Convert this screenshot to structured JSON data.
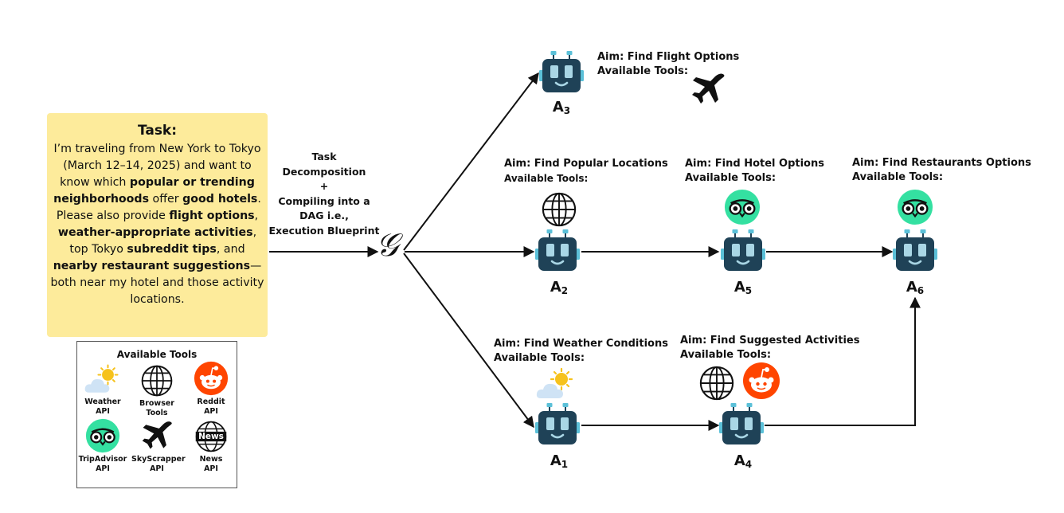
{
  "task": {
    "title": "Task:",
    "segments": [
      {
        "text": "I’m traveling from New York to Tokyo (March 12–14, 2025) and want to know which ",
        "bold": false
      },
      {
        "text": "popular or trending neighborhoods",
        "bold": true
      },
      {
        "text": " offer ",
        "bold": false
      },
      {
        "text": "good hotels",
        "bold": true
      },
      {
        "text": ". Please also provide ",
        "bold": false
      },
      {
        "text": "flight options",
        "bold": true
      },
      {
        "text": ", ",
        "bold": false
      },
      {
        "text": "weather-appropriate activities",
        "bold": true
      },
      {
        "text": ", top Tokyo ",
        "bold": false
      },
      {
        "text": "subreddit tips",
        "bold": true
      },
      {
        "text": ", and ",
        "bold": false
      },
      {
        "text": "nearby restaurant suggestions",
        "bold": true
      },
      {
        "text": "—both near my hotel and those activity locations.",
        "bold": false
      }
    ]
  },
  "tools_legend": {
    "title": "Available Tools",
    "items": [
      {
        "label1": "Weather",
        "label2": "API",
        "icon": "weather-icon"
      },
      {
        "label1": "Browser",
        "label2": "Tools",
        "icon": "globe-icon"
      },
      {
        "label1": "Reddit",
        "label2": "API",
        "icon": "reddit-icon"
      },
      {
        "label1": "TripAdvisor",
        "label2": "API",
        "icon": "tripadvisor-icon"
      },
      {
        "label1": "SkyScrapper",
        "label2": "API",
        "icon": "airplane-icon"
      },
      {
        "label1": "News",
        "label2": "API",
        "icon": "news-icon"
      }
    ],
    "news_badge": "News"
  },
  "decomposition": {
    "line1": "Task",
    "line2": "Decomposition",
    "line3": "+",
    "line4": "Compiling into a",
    "line5": "DAG i.e.,",
    "line6": "Execution Blueprint"
  },
  "graph_symbol": "𝒢",
  "agents": {
    "a3": {
      "name": "A",
      "sub": "3",
      "aim": "Aim: Find Flight Options",
      "tools_label": "Available Tools:",
      "tools": [
        "airplane-icon"
      ]
    },
    "a2": {
      "name": "A",
      "sub": "2",
      "aim": "Aim: Find Popular Locations",
      "tools_label": "Available Tools:",
      "tools": [
        "globe-icon"
      ]
    },
    "a5": {
      "name": "A",
      "sub": "5",
      "aim": "Aim: Find Hotel Options",
      "tools_label": "Available Tools:",
      "tools": [
        "tripadvisor-icon"
      ]
    },
    "a6": {
      "name": "A",
      "sub": "6",
      "aim": "Aim: Find Restaurants Options",
      "tools_label": "Available Tools:",
      "tools": [
        "tripadvisor-icon"
      ]
    },
    "a1": {
      "name": "A",
      "sub": "1",
      "aim": "Aim: Find Weather Conditions",
      "tools_label": "Available Tools:",
      "tools": [
        "weather-icon"
      ]
    },
    "a4": {
      "name": "A",
      "sub": "4",
      "aim": "Aim: Find Suggested Activities",
      "tools_label": "Available Tools:",
      "tools": [
        "globe-icon",
        "reddit-icon"
      ]
    }
  },
  "colors": {
    "task_bg": "#fdeb9b",
    "robot_body": "#1f4257",
    "robot_eye": "#a9d6e5",
    "robot_accent": "#5bc0d8",
    "tripadvisor": "#34e0a1",
    "reddit": "#ff4500",
    "sun": "#f6c21c",
    "cloud": "#cfe3f5"
  }
}
